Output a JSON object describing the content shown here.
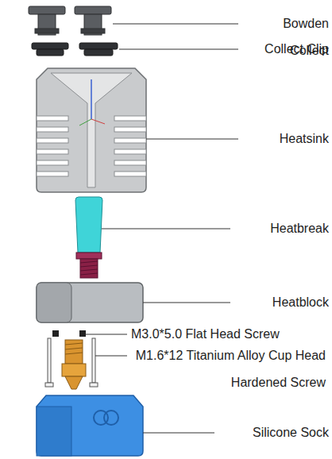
{
  "diagram": {
    "labels": [
      "Bowden Collect",
      "Collect Clip",
      "Heatsink",
      "Heatbreak",
      "Heatblock",
      "M3.0*5.0 Flat Head Screw",
      "M1.6*12 Titanium Alloy Cup Head Hardened Screw",
      "Silicone Sock"
    ]
  }
}
